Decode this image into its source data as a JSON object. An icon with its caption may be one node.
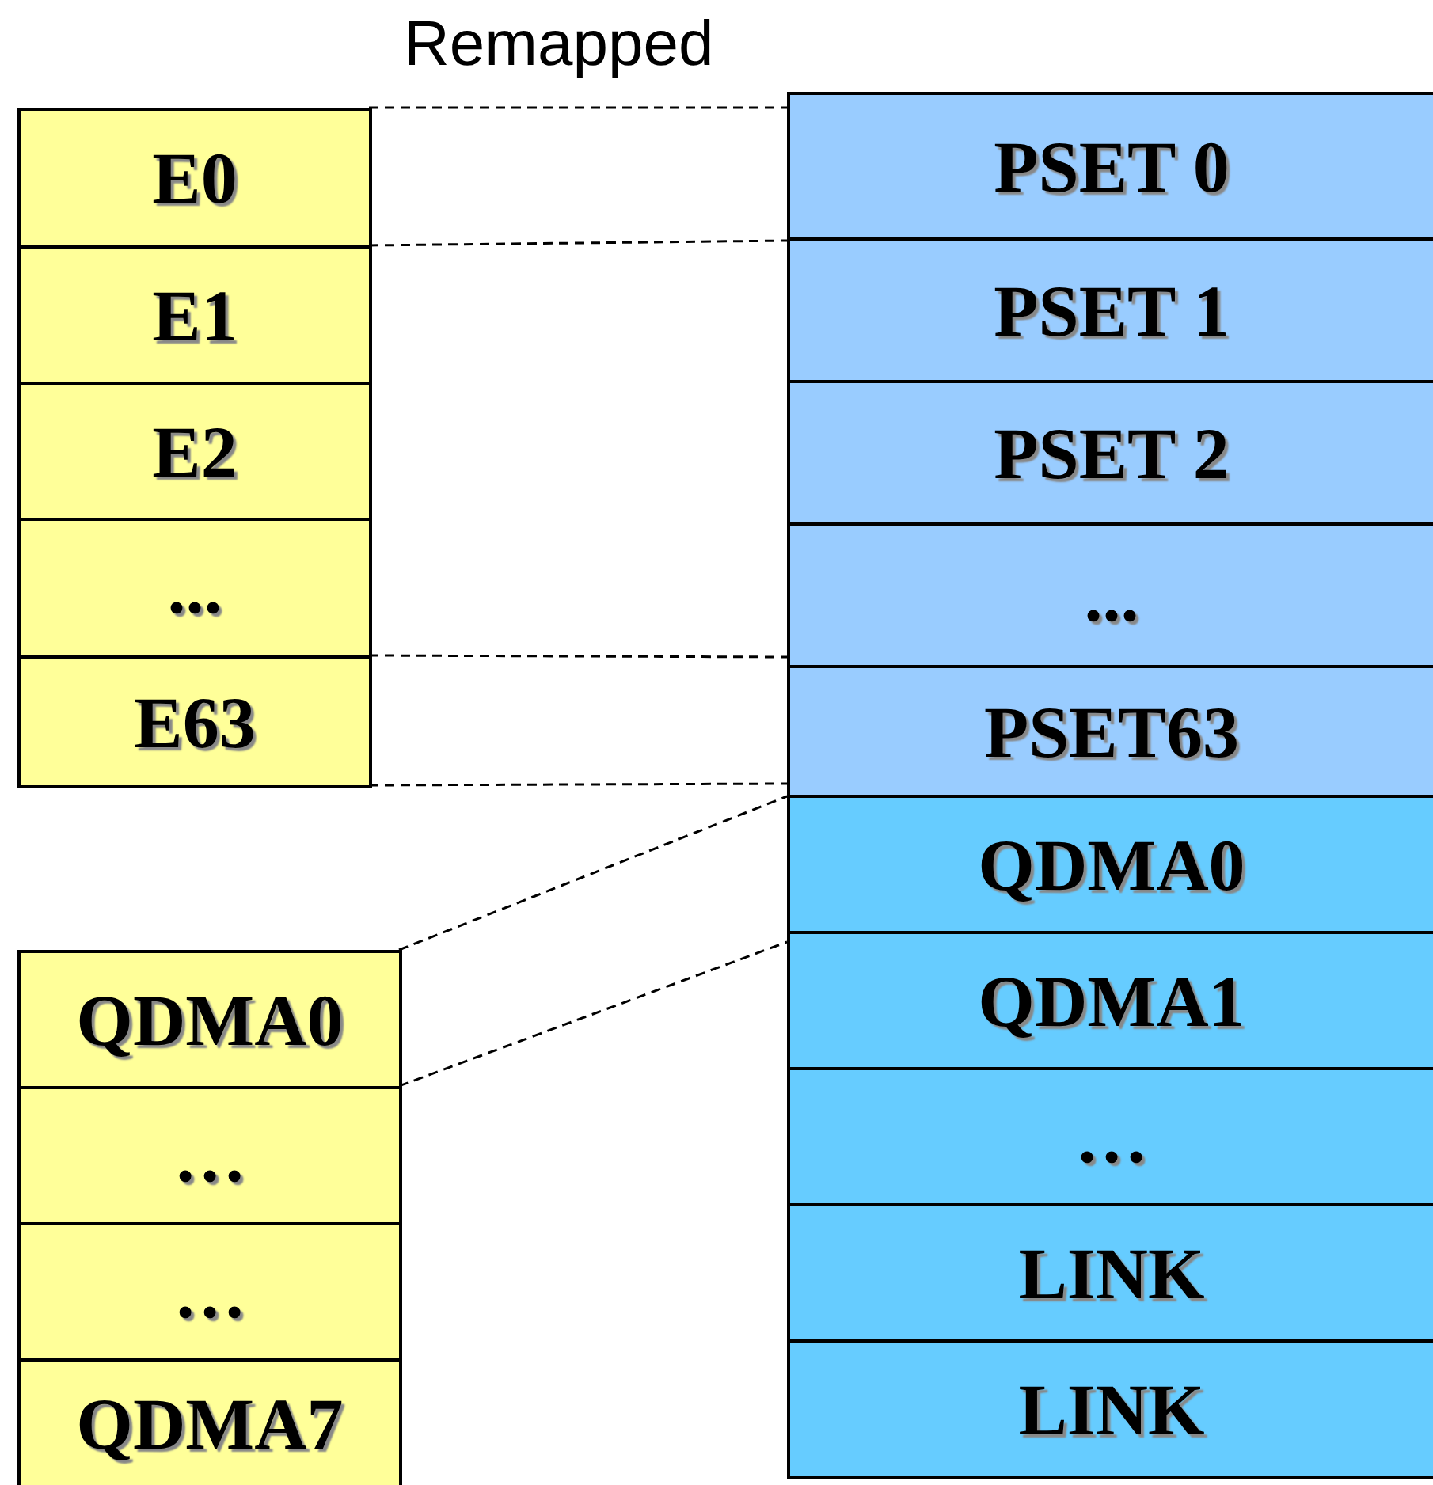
{
  "diagram": {
    "nodes": [
      {
        "text": [
          "E0"
        ]
      },
      {
        "text": [
          "E1"
        ]
      },
      {
        "text": [
          "E2"
        ]
      },
      {
        "text": [
          "..."
        ]
      },
      {
        "text": [
          "E63"
        ]
      },
      {
        "text": [
          "QDMA0"
        ]
      },
      {
        "text": [
          "…"
        ]
      },
      {
        "text": [
          "…"
        ]
      },
      {
        "text": [
          "QDMA7"
        ]
      },
      {
        "text": [
          "PSET 0"
        ]
      },
      {
        "text": [
          "PSET 1"
        ]
      },
      {
        "text": [
          "PSET 2"
        ]
      },
      {
        "text": [
          "..."
        ]
      },
      {
        "text": [
          "PSET63"
        ]
      },
      {
        "text": [
          "QDMA0"
        ]
      },
      {
        "text": [
          "QDMA1"
        ]
      },
      {
        "text": [
          "…"
        ]
      },
      {
        "text": [
          "LINK"
        ]
      },
      {
        "text": [
          "LINK"
        ]
      }
    ],
    "edges": [
      {
        "from": 0,
        "to": 9,
        "arrow": "none",
        "style": "dashed"
      },
      {
        "from": 0,
        "to": 9,
        "arrow": "none",
        "style": "dashed"
      },
      {
        "from": 4,
        "to": 13,
        "arrow": "none",
        "style": "dashed"
      },
      {
        "from": 4,
        "to": 13,
        "arrow": "none",
        "style": "dashed"
      },
      {
        "from": 5,
        "to": 14,
        "arrow": "none",
        "style": "dashed"
      },
      {
        "from": 5,
        "to": 14,
        "arrow": "none",
        "style": "dashed"
      }
    ],
    "labels": [
      "Remapped"
    ]
  }
}
